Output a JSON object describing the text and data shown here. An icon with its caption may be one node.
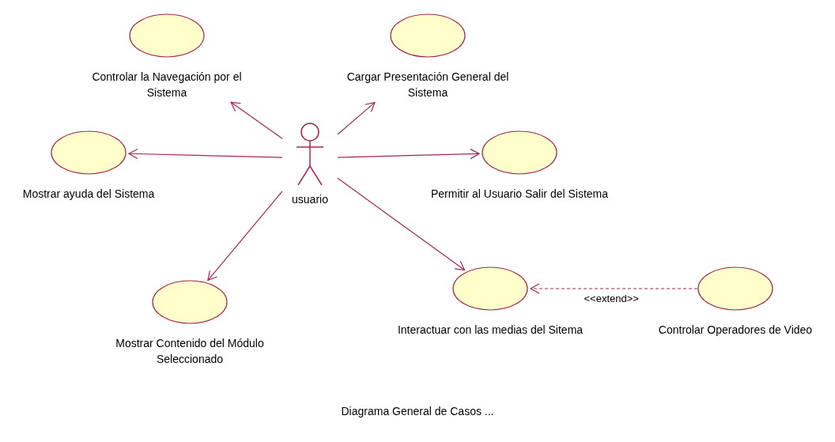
{
  "diagram": {
    "caption": "Diagrama General de Casos ...",
    "nodes": [
      {
        "text": [
          "usuario"
        ]
      },
      {
        "text": [
          "Controlar la Navegación por el Sistema"
        ]
      },
      {
        "text": [
          "Cargar Presentación General del Sistema"
        ]
      },
      {
        "text": [
          "Mostrar ayuda del Sistema"
        ]
      },
      {
        "text": [
          "Permitir al Usuario Salir del Sistema"
        ]
      },
      {
        "text": [
          "Mostrar Contenido del Módulo Seleccionado"
        ]
      },
      {
        "text": [
          "Interactuar con las medias del Sitema"
        ]
      },
      {
        "text": [
          "Controlar Operadores de Video"
        ]
      }
    ],
    "edges": [
      {
        "from": 0,
        "to": 1,
        "arrow": "to"
      },
      {
        "from": 0,
        "to": 2,
        "arrow": "to"
      },
      {
        "from": 0,
        "to": 3,
        "arrow": "to"
      },
      {
        "from": 0,
        "to": 4,
        "arrow": "to"
      },
      {
        "from": 0,
        "to": 5,
        "arrow": "to"
      },
      {
        "from": 0,
        "to": 6,
        "arrow": "to"
      },
      {
        "from": 7,
        "to": 6,
        "arrow": "to",
        "style": "dashed",
        "label": "<<extend>>"
      }
    ]
  }
}
